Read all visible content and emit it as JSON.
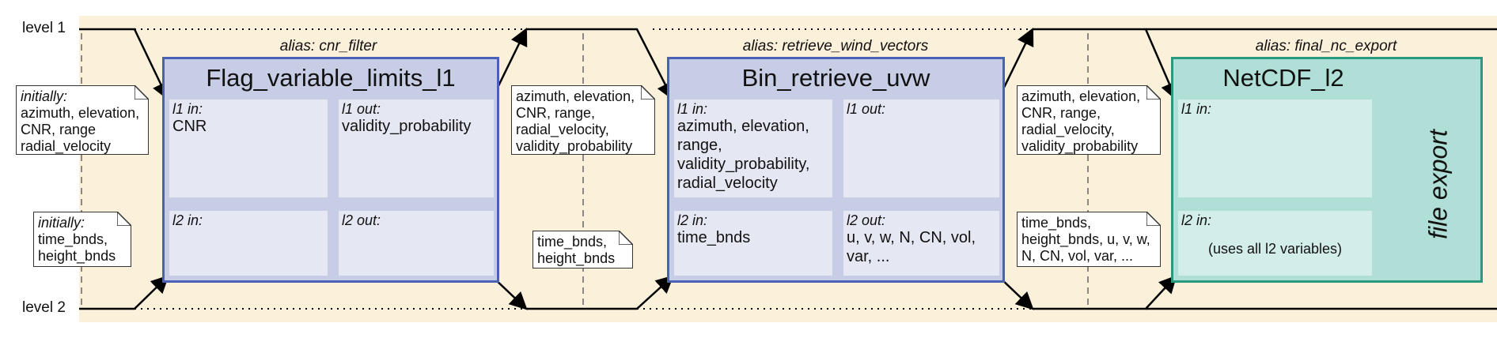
{
  "levels": {
    "level1": "level 1",
    "level2": "level 2"
  },
  "blocks": [
    {
      "alias": "alias: cnr_filter",
      "title": "Flag_variable_limits_l1",
      "l1_in_label": "l1 in:",
      "l1_in": "CNR",
      "l1_out_label": "l1 out:",
      "l1_out": "validity_probability",
      "l2_in_label": "l2 in:",
      "l2_in": "",
      "l2_out_label": "l2 out:",
      "l2_out": ""
    },
    {
      "alias": "alias: retrieve_wind_vectors",
      "title": "Bin_retrieve_uvw",
      "l1_in_label": "l1 in:",
      "l1_in": "azimuth, elevation, range, validity_probability, radial_velocity",
      "l1_out_label": "l1 out:",
      "l1_out": "",
      "l2_in_label": "l2 in:",
      "l2_in": "time_bnds",
      "l2_out_label": "l2 out:",
      "l2_out": "u, v, w, N, CN, vol, var, ..."
    },
    {
      "alias": "alias: final_nc_export",
      "title": "NetCDF_l2",
      "l1_in_label": "l1 in:",
      "l1_in": "",
      "l2_in_label": "l2 in:",
      "l2_in": "(uses all l2 variables)",
      "side_label": "file export"
    }
  ],
  "notes": {
    "init_l1": {
      "italic": "initially:",
      "text": "azimuth, elevation, CNR, range radial_velocity"
    },
    "init_l2": {
      "italic": "initially:",
      "text": "time_bnds, height_bnds"
    },
    "mid1_l1": {
      "text": "azimuth, elevation, CNR, range, radial_velocity, validity_probability"
    },
    "mid1_l2": {
      "text": "time_bnds, height_bnds"
    },
    "mid2_l1": {
      "text": "azimuth, elevation, CNR, range, radial_velocity, validity_probability"
    },
    "mid2_l2": {
      "text": "time_bnds, height_bnds, u, v, w, N, CN, vol, var, ..."
    }
  },
  "colors": {
    "band": "#fbf0da",
    "block_blue_fill": "#c6cde5",
    "block_blue_border": "#4a61b5",
    "block_teal_fill": "#afdfd6",
    "block_teal_border": "#2a9a7e"
  }
}
